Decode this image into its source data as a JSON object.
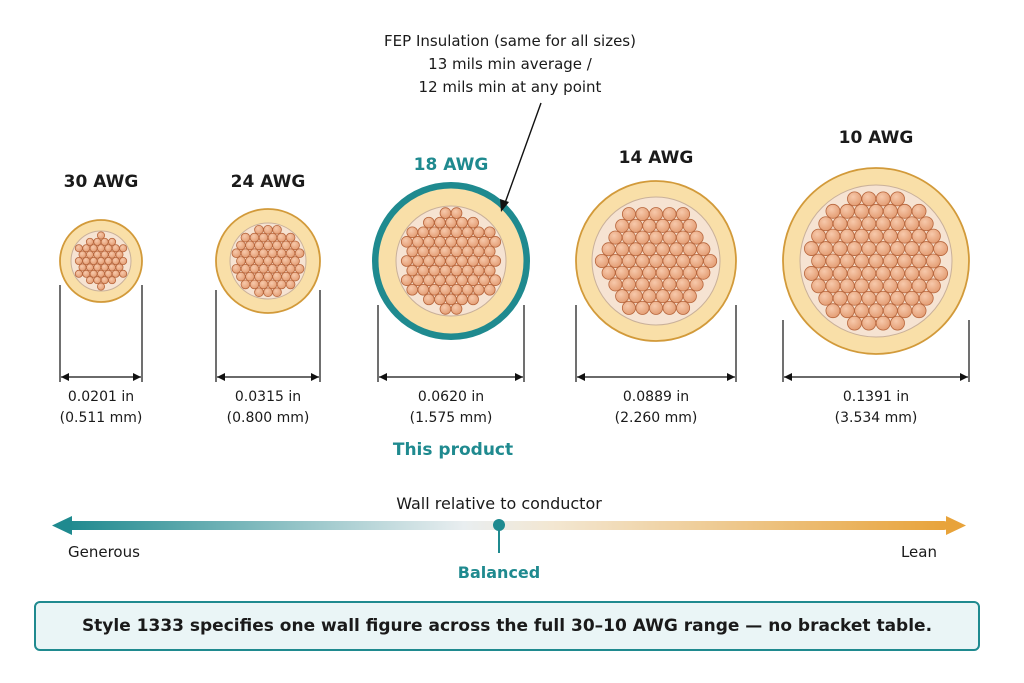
{
  "callout": {
    "line1": "FEP Insulation (same for all sizes)",
    "line2": "13 mils min average /",
    "line3": "12 mils min at any point"
  },
  "wires": [
    {
      "awg": "30 AWG",
      "diameter_in": "0.0201 in",
      "diameter_mm": "(0.511 mm)",
      "highlight": false
    },
    {
      "awg": "24 AWG",
      "diameter_in": "0.0315 in",
      "diameter_mm": "(0.800 mm)",
      "highlight": false
    },
    {
      "awg": "18 AWG",
      "diameter_in": "0.0620 in",
      "diameter_mm": "(1.575 mm)",
      "highlight": true
    },
    {
      "awg": "14 AWG",
      "diameter_in": "0.0889 in",
      "diameter_mm": "(2.260 mm)",
      "highlight": false
    },
    {
      "awg": "10 AWG",
      "diameter_in": "0.1391 in",
      "diameter_mm": "(3.534 mm)",
      "highlight": false
    }
  ],
  "product_label": "This product",
  "scale": {
    "title": "Wall relative to conductor",
    "left_label": "Generous",
    "right_label": "Lean",
    "marker_label": "Balanced"
  },
  "note": "Style 1333 specifies one wall figure across the full 30–10 AWG range — no bracket table.",
  "colors": {
    "insulation": "#f9dfa8",
    "insulation_stroke": "#d29a3a",
    "copper": "#e9a47d",
    "copper_stroke": "#b7663d",
    "highlight": "#1f8a8f",
    "lean": "#e8a33a"
  }
}
